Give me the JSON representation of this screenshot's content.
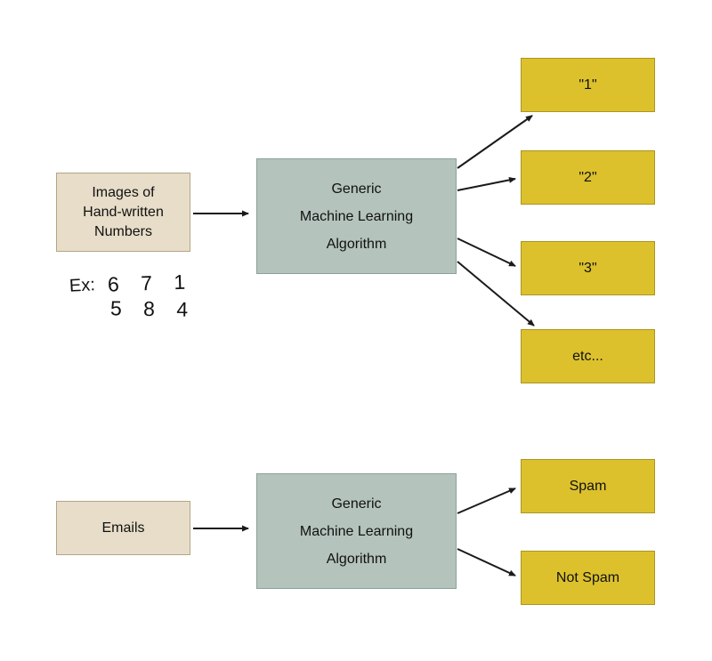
{
  "colors": {
    "input_fill": "#e7ddc8",
    "input_border": "#b3a687",
    "processor_fill": "#b4c3bc",
    "processor_border": "#8ba198",
    "output_fill": "#dcc12d",
    "output_border": "#ab951f",
    "arrow": "#1a1a1a",
    "text": "#111111"
  },
  "diagram_top": {
    "input": {
      "lines": [
        "Images of",
        "Hand-written",
        "Numbers"
      ]
    },
    "example": {
      "prefix": "Ex:",
      "row1": "6 7 1",
      "row2": "5 8 4"
    },
    "processor": {
      "lines": [
        "Generic",
        "Machine Learning",
        "Algorithm"
      ]
    },
    "outputs": [
      "\"1\"",
      "\"2\"",
      "\"3\"",
      "etc..."
    ]
  },
  "diagram_bottom": {
    "input": {
      "label": "Emails"
    },
    "processor": {
      "lines": [
        "Generic",
        "Machine Learning",
        "Algorithm"
      ]
    },
    "outputs": [
      "Spam",
      "Not Spam"
    ]
  }
}
